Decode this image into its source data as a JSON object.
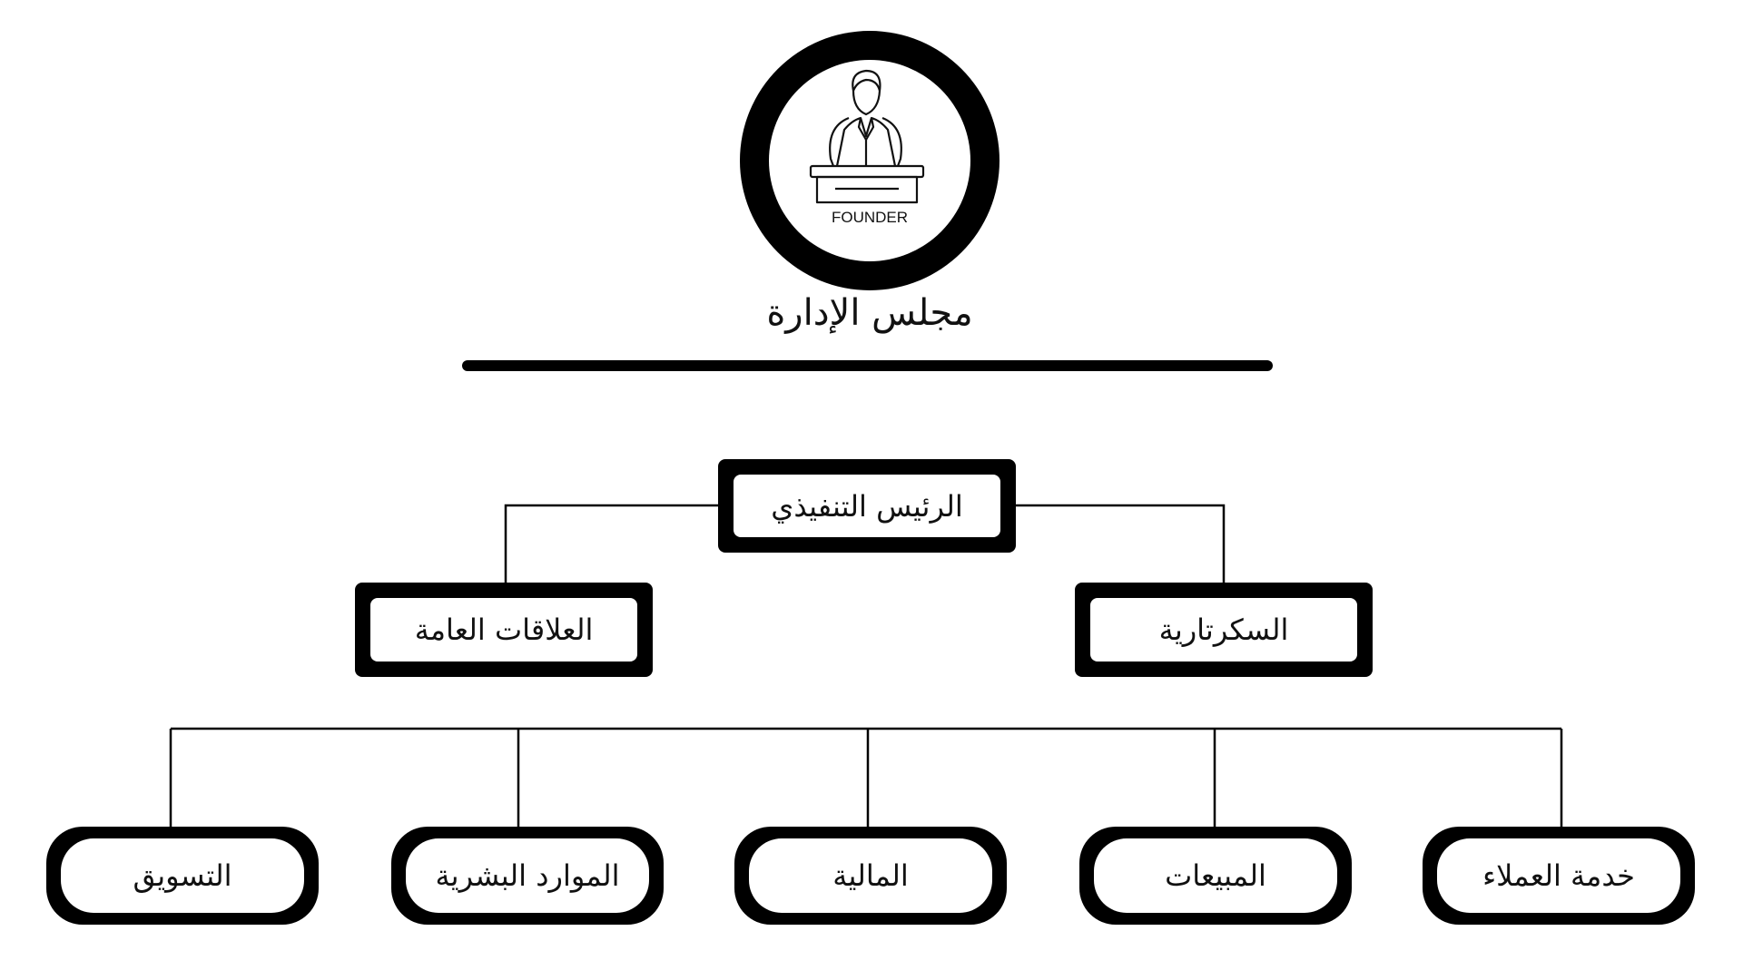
{
  "founder": {
    "icon": "founder-podium-icon",
    "label": "FOUNDER"
  },
  "board": {
    "title": "مجلس الإدارة"
  },
  "ceo": {
    "label": "الرئيس التنفيذي"
  },
  "second_level": [
    {
      "label": "العلاقات العامة"
    },
    {
      "label": "السكرتارية"
    }
  ],
  "departments": [
    {
      "label": "التسويق"
    },
    {
      "label": "الموارد البشرية"
    },
    {
      "label": "المالية"
    },
    {
      "label": "المبيعات"
    },
    {
      "label": "خدمة العملاء"
    }
  ],
  "colors": {
    "stroke": "#000000",
    "background": "#ffffff"
  }
}
